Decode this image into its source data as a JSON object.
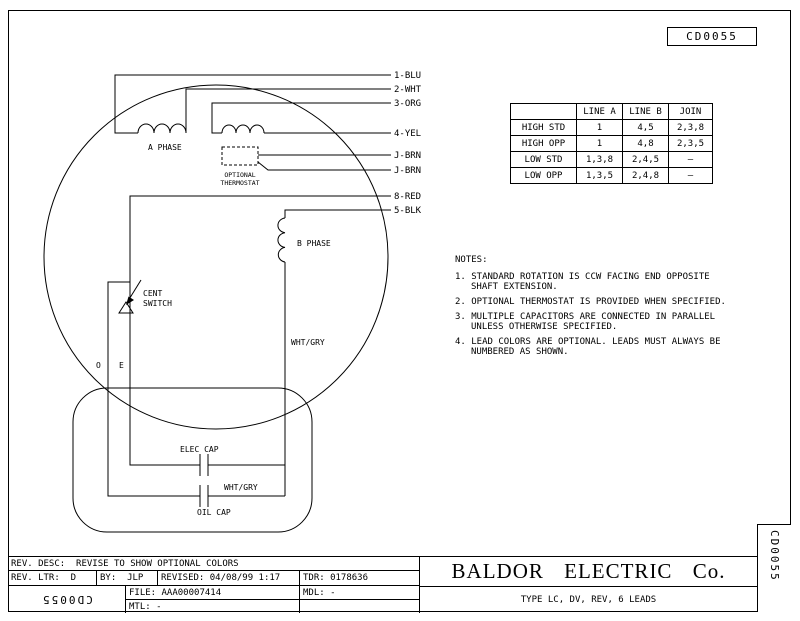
{
  "sheet": {
    "top_code": "CD0055",
    "side_code": "CD0055"
  },
  "leads": [
    "1-BLU",
    "2-WHT",
    "3-ORG",
    "4-YEL",
    "J-BRN",
    "J-BRN",
    "8-RED",
    "5-BLK"
  ],
  "schematic": {
    "a_phase": "A PHASE",
    "b_phase": "B PHASE",
    "thermostat_label_1": "OPTIONAL",
    "thermostat_label_2": "THERMOSTAT",
    "cent_switch_label_1": "CENT",
    "cent_switch_label_2": "SWITCH",
    "wire_label_wht_gry": "WHT/GRY",
    "terminal_o": "O",
    "terminal_e": "E",
    "elec_cap_label": "ELEC CAP",
    "cap_wire_label_wht_gry": "WHT/GRY",
    "oil_cap_label": "OIL CAP"
  },
  "connection_table": {
    "col_headers": [
      "LINE A",
      "LINE B",
      "JOIN"
    ],
    "rows": [
      {
        "mode": "HIGH STD",
        "line_a": "1",
        "line_b": "4,5",
        "join": "2,3,8"
      },
      {
        "mode": "HIGH OPP",
        "line_a": "1",
        "line_b": "4,8",
        "join": "2,3,5"
      },
      {
        "mode": "LOW STD",
        "line_a": "1,3,8",
        "line_b": "2,4,5",
        "join": "–"
      },
      {
        "mode": "LOW OPP",
        "line_a": "1,3,5",
        "line_b": "2,4,8",
        "join": "–"
      }
    ]
  },
  "notes": {
    "heading": "NOTES:",
    "items": [
      {
        "line1": "1. STANDARD ROTATION IS CCW FACING END OPPOSITE",
        "line2": "SHAFT EXTENSION."
      },
      {
        "line1": "2. OPTIONAL THERMOSTAT IS PROVIDED WHEN SPECIFIED.",
        "line2": ""
      },
      {
        "line1": "3. MULTIPLE CAPACITORS ARE CONNECTED IN PARALLEL",
        "line2": "UNLESS OTHERWISE SPECIFIED."
      },
      {
        "line1": "4. LEAD COLORS ARE OPTIONAL.  LEADS MUST ALWAYS BE",
        "line2": "NUMBERED AS SHOWN."
      }
    ]
  },
  "title_block": {
    "rev_desc": "REV. DESC:  REVISE TO SHOW OPTIONAL COLORS",
    "rev_ltr": "REV. LTR:  D",
    "by": "BY:  JLP",
    "revised": "REVISED: 04/08/99 1:17",
    "tdr": "TDR: 0178636",
    "file": "FILE: AAA00007414",
    "mdl": "MDL: -",
    "mtl": "MTL: -",
    "corner_code": "CD0055",
    "company": "BALDOR ELECTRIC Co.",
    "type_line": "TYPE LC, DV, REV, 6 LEADS"
  }
}
